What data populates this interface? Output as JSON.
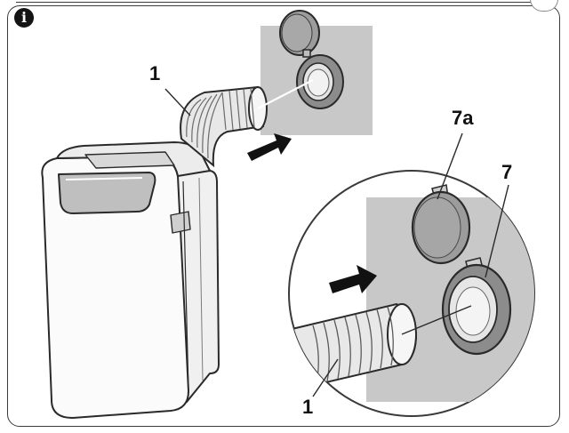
{
  "info_icon": {
    "symbol": "i",
    "icon": "info-icon"
  },
  "callouts": {
    "hose_top": "1",
    "window_cap": "7a",
    "window_fitting": "7",
    "hose_detail": "1"
  },
  "colors": {
    "outline": "#3a3a3a",
    "wall_panel": "#c8c8c8",
    "cap_fill": "#9c9c9c",
    "arrow": "#111111"
  }
}
